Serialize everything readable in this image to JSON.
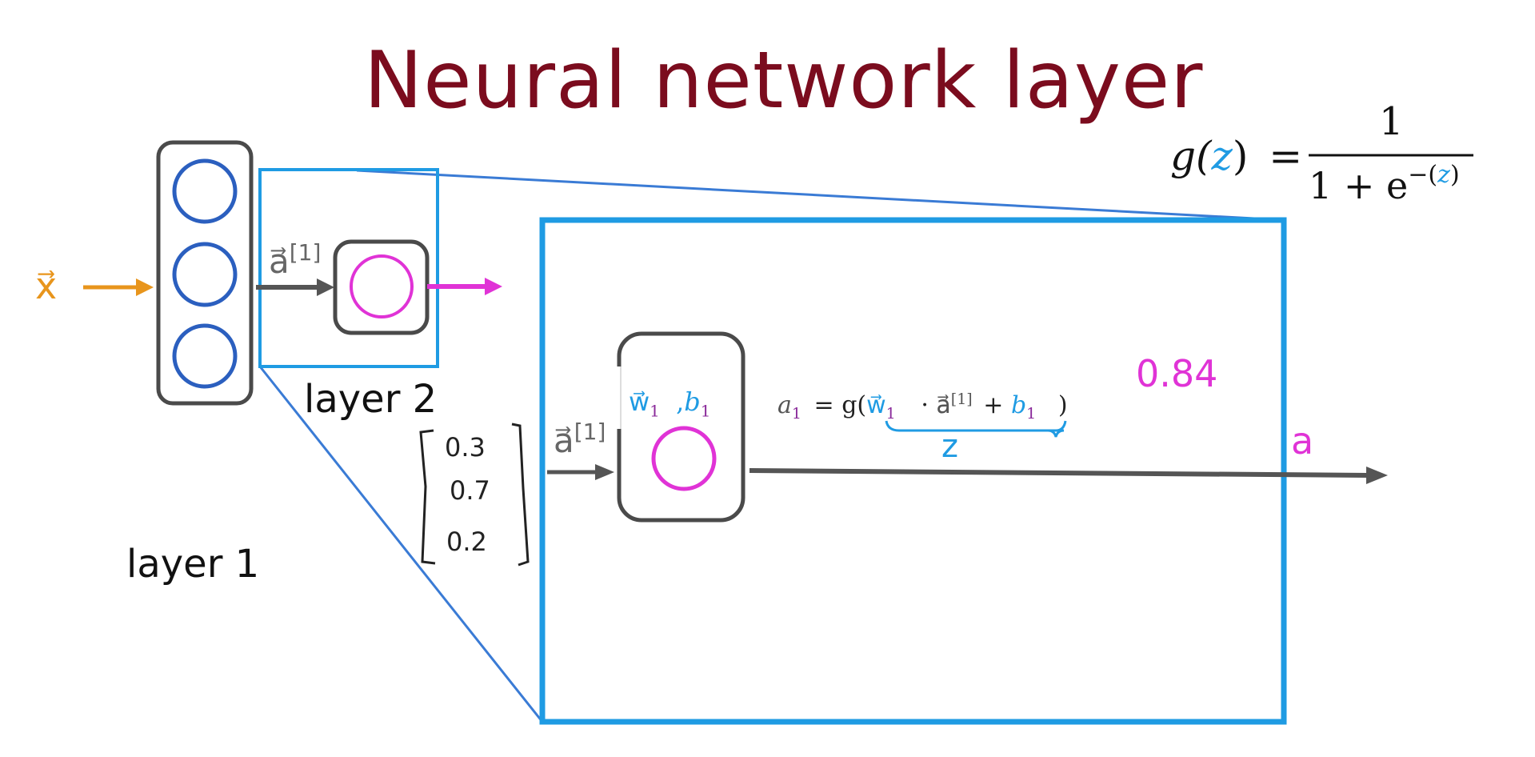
{
  "title": "Neural network layer",
  "colors": {
    "title": "#7b0c1e",
    "input": "#e8951c",
    "neuron_blue": "#2b5fbf",
    "neuron_magenta": "#e033d6",
    "box_gray": "#4a4a4a",
    "highlight_blue": "#1f9be3",
    "purple": "#8a2a9a"
  },
  "labels": {
    "x_vec": "x⃗",
    "layer1": "layer 1",
    "layer2": "layer 2",
    "a_vec_small": "a⃗",
    "a_sup_small": "[1]",
    "a_vec_big": "a⃗",
    "a_sup_big": "[1]",
    "output_a": "a",
    "z_underbrace": "z",
    "value_084": "0.84"
  },
  "input_vector": [
    "0.3",
    "0.7",
    "0.2"
  ],
  "neuron_params": {
    "w": "w⃗",
    "w_sub": "1",
    "comma": ",",
    "b": "b",
    "b_sub": "1"
  },
  "activation_equation": {
    "lhs": "a",
    "lhs_sub": "1",
    "equals_g": "= g(",
    "w": "w⃗",
    "w_sub": "1",
    "dot": "·",
    "a": "a⃗",
    "a_sup": "[1]",
    "plus": "+",
    "b": "b",
    "b_sub": "1",
    "close": ")"
  },
  "sigmoid": {
    "lhs_g": "g(",
    "lhs_z": "z",
    "lhs_close": ")",
    "equals": "=",
    "numerator": "1",
    "denominator_left": "1 + e",
    "exponent_minus": "−(",
    "exponent_z": "z",
    "exponent_close": ")"
  }
}
